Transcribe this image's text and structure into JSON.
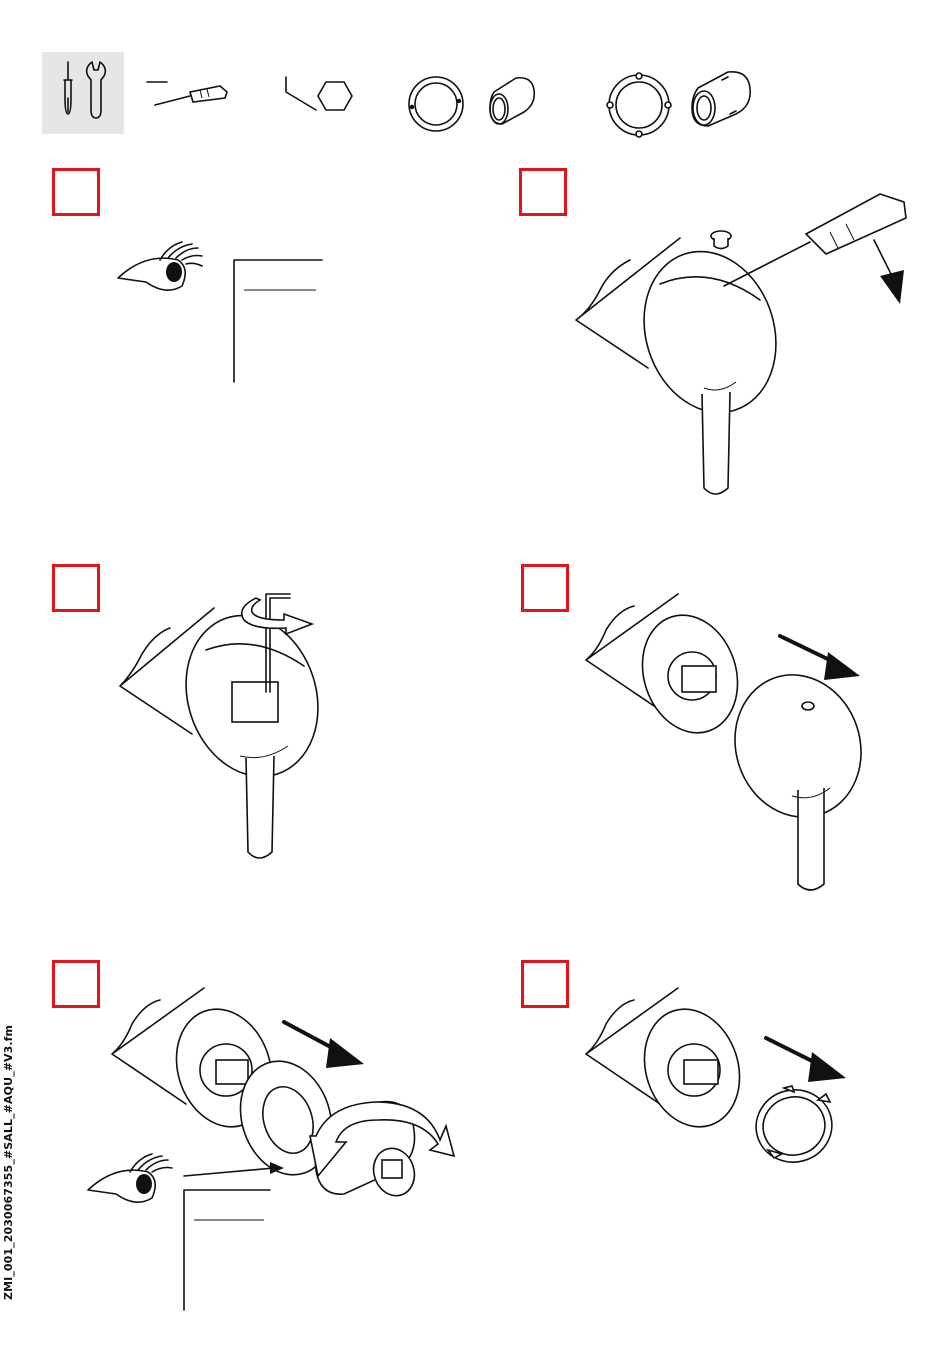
{
  "document": {
    "side_label": "ZMI_001_2030067355_#SALL_#AQU_#V3.fm"
  },
  "tools_row": {
    "icons": [
      "screwdriver-wrench-icon",
      "flat-screwdriver-icon",
      "hex-key-icon",
      "ring-icon",
      "sleeve-icon",
      "notched-ring-icon",
      "notched-sleeve-icon"
    ]
  },
  "steps": [
    {
      "id": 1,
      "icons": [
        "eye-icon",
        "note-bracket"
      ]
    },
    {
      "id": 2,
      "icons": [
        "mixer-handle",
        "screwdriver-icon",
        "plug-cap-icon",
        "arrow-down-right-icon"
      ]
    },
    {
      "id": 3,
      "icons": [
        "mixer-handle",
        "hex-key-icon",
        "rotate-arrow-icon"
      ]
    },
    {
      "id": 4,
      "icons": [
        "mixer-body",
        "handle-removed",
        "arrow-down-right-icon"
      ]
    },
    {
      "id": 5,
      "icons": [
        "mixer-body",
        "ring-icon",
        "sleeve-icon",
        "rotate-arrow-icon",
        "eye-icon",
        "note-bracket"
      ]
    },
    {
      "id": 6,
      "icons": [
        "mixer-body",
        "notched-ring-icon",
        "arrow-down-right-icon"
      ]
    }
  ],
  "colors": {
    "step_box": "#e2141b",
    "tools_box": "#e6e6e6",
    "line": "#111111"
  }
}
